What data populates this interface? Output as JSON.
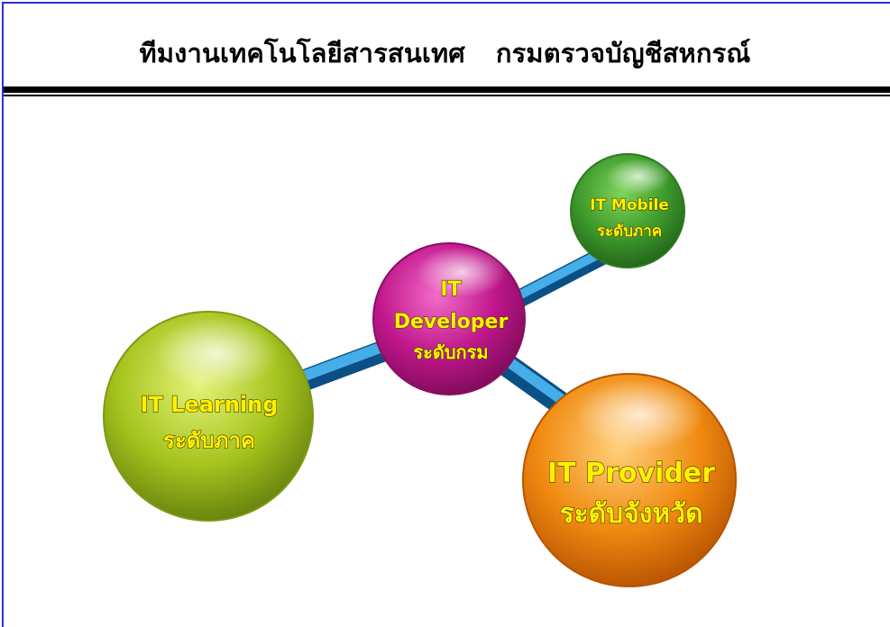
{
  "header": {
    "title_left": "ทีมงานเทคโนโลยีสารสนเทศ",
    "title_right": "กรมตรวจบัญชีสหกรณ์"
  },
  "nodes": {
    "developer": {
      "line1": "IT",
      "line2": "Developer",
      "line3": "ระดับกรม",
      "color": "#c2188f"
    },
    "mobile": {
      "line1": "IT Mobile",
      "line2": "ระดับภาค",
      "color": "#3f9b2e"
    },
    "learning": {
      "line1": "IT Learning",
      "line2": "ระดับภาค",
      "color": "#a8c620"
    },
    "provider": {
      "line1": "IT Provider",
      "line2": "ระดับจังหวัด",
      "color": "#f08a10"
    }
  },
  "connector_color": "#1f8fd0"
}
